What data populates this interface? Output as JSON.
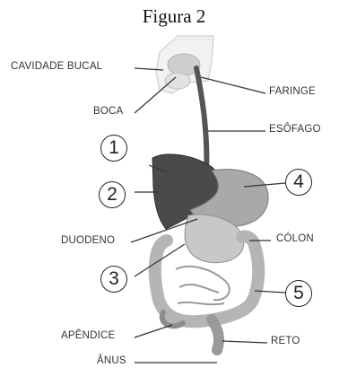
{
  "title": "Figura 2",
  "labels": {
    "cavidade_bucal": "CAVIDADE BUCAL",
    "faringe": "FARINGE",
    "boca": "BOCA",
    "esofago": "ESÔFAGO",
    "duodeno": "DUODENO",
    "colon": "CÓLON",
    "apendice": "APÊNDICE",
    "reto": "RETO",
    "anus": "ÂNUS"
  },
  "numbers": {
    "n1": "1",
    "n2": "2",
    "n3": "3",
    "n4": "4",
    "n5": "5"
  },
  "colors": {
    "liver": "#4a4a4a",
    "stomach": "#a9a9a9",
    "intestine": "#c8c8c8",
    "esophagus": "#555555",
    "head_outline": "#d9d9d9"
  }
}
